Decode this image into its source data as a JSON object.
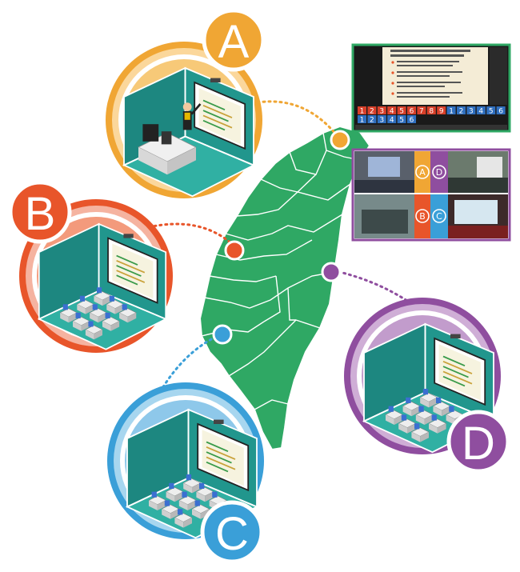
{
  "colors": {
    "taiwan": "#2fa864",
    "site_a": "#f0a634",
    "site_b": "#e8552a",
    "site_c": "#3a9fd8",
    "site_d": "#8f4e9f",
    "room_wall": "#1f8d86",
    "room_floor": "#2aa59a"
  },
  "sites": [
    {
      "letter": "A",
      "color_key": "site_a",
      "room": "lecture"
    },
    {
      "letter": "B",
      "color_key": "site_b",
      "room": "classroom"
    },
    {
      "letter": "C",
      "color_key": "site_c",
      "room": "classroom"
    },
    {
      "letter": "D",
      "color_key": "site_d",
      "room": "classroom"
    }
  ],
  "screen_panel": {
    "toolbar_rows": [
      [
        "1",
        "2",
        "3",
        "4",
        "5",
        "6",
        "7",
        "8",
        "9",
        "1",
        "2",
        "3",
        "4",
        "5",
        "6"
      ],
      [
        "1",
        "2",
        "3",
        "4",
        "5",
        "6"
      ]
    ]
  },
  "video_panel": {
    "labels": [
      "A",
      "D",
      "B",
      "C"
    ]
  }
}
